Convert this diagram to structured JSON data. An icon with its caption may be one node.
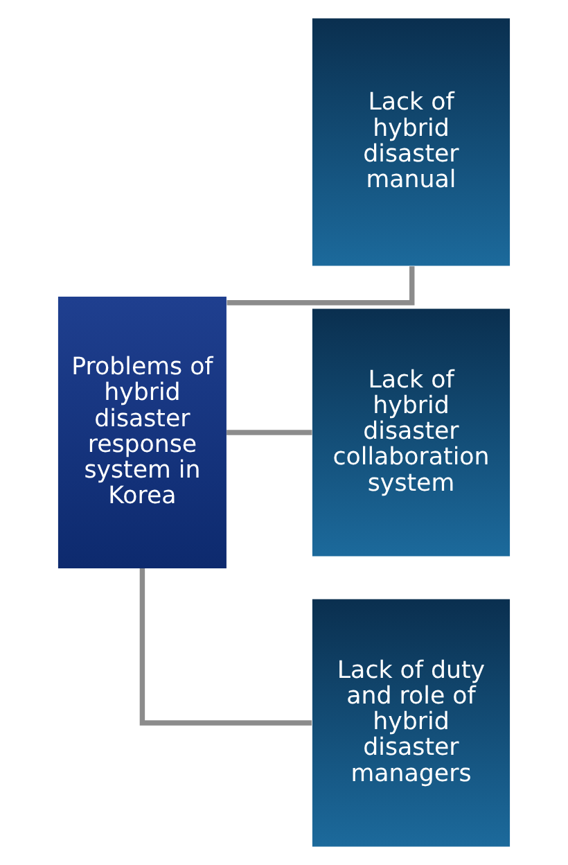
{
  "diagram": {
    "nodes": [
      {
        "text": [
          "Problems of hybrid disaster response system in Korea"
        ]
      },
      {
        "text": [
          "Lack of hybrid disaster manual"
        ]
      },
      {
        "text": [
          "Lack of hybrid disaster collaboration system"
        ]
      },
      {
        "text": [
          "Lack of duty and role of hybrid disaster managers"
        ]
      }
    ],
    "edges": [
      {
        "from": 0,
        "to": 1,
        "arrow": "none",
        "color": "#8c8c8c"
      },
      {
        "from": 0,
        "to": 2,
        "arrow": "none",
        "color": "#8c8c8c"
      },
      {
        "from": 0,
        "to": 3,
        "arrow": "none",
        "color": "#8c8c8c"
      }
    ]
  }
}
